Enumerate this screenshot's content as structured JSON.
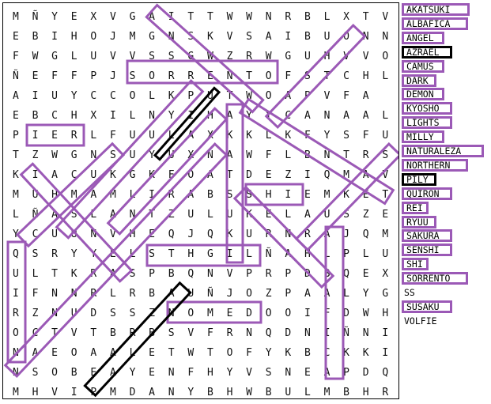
{
  "colors": {
    "found": "#9b59b6",
    "pending": "#000000",
    "text": "#111111"
  },
  "grid": {
    "rows": [
      "MÑYEXVGAITTWWNRBLXTV",
      "EBIHOJMGNSKVSAIBUONN",
      "FWGLUVVSSGWZRWGUHVVO",
      "ÑEFFPJSORRENTOFSTCHL",
      "AIUYCCOLKPUTWOAPVFA",
      "EBCHXILNYIHAYYCANAAL",
      "PIERLFUULAXKKLKFYSFU",
      "TZWGNSUYUXNAWFLBÑTRS",
      "KIACUKGKFOATDEZIQMAV",
      "MUHMAMLIRABSSHIEMKET",
      "LÑASLANTZULUKELAUSZE",
      "YCUUNVHEQJQKURNRAJQM",
      "QSRYYELSTHGILÑAHLPLU",
      "ULTKRASPBQNVPRPDBQEX",
      "IFNNRLRBAUÑJOZPAALYG",
      "RZNUDSSZNOMEDOOIFDWH",
      "OCTVTBRBSVFRNQDNIÑNI",
      "NAEOAALETWTOFYKBCKKI",
      "NSOBEAYENFHYVSNEAPDQ",
      "MHVIPMDANYBHWBULMBHR"
    ]
  },
  "words": [
    {
      "text": "AKATSUKI",
      "status": "found"
    },
    {
      "text": "ALBAFICA",
      "status": "found"
    },
    {
      "text": "ANGEL",
      "status": "found"
    },
    {
      "text": "AZRAEL",
      "status": "pending"
    },
    {
      "text": "CAMUS",
      "status": "found"
    },
    {
      "text": "DARK",
      "status": "found"
    },
    {
      "text": "DEMON",
      "status": "found"
    },
    {
      "text": "KYOSHO",
      "status": "found"
    },
    {
      "text": "LIGHTS",
      "status": "found"
    },
    {
      "text": "MILLY",
      "status": "found"
    },
    {
      "text": "NATURALEZA",
      "status": "found"
    },
    {
      "text": "NORTHERN",
      "status": "found"
    },
    {
      "text": "PILY",
      "status": "pending"
    },
    {
      "text": "QUIRON",
      "status": "found"
    },
    {
      "text": "REI",
      "status": "found"
    },
    {
      "text": "RYUU",
      "status": "found"
    },
    {
      "text": "SAKURA",
      "status": "found"
    },
    {
      "text": "SENSHI",
      "status": "found"
    },
    {
      "text": "SHI",
      "status": "found"
    },
    {
      "text": "SORRENTO",
      "status": "found"
    },
    {
      "text": "SS",
      "status": "none"
    },
    {
      "text": "SUSAKU",
      "status": "found"
    },
    {
      "text": "VOLFIE",
      "status": "none"
    }
  ]
}
